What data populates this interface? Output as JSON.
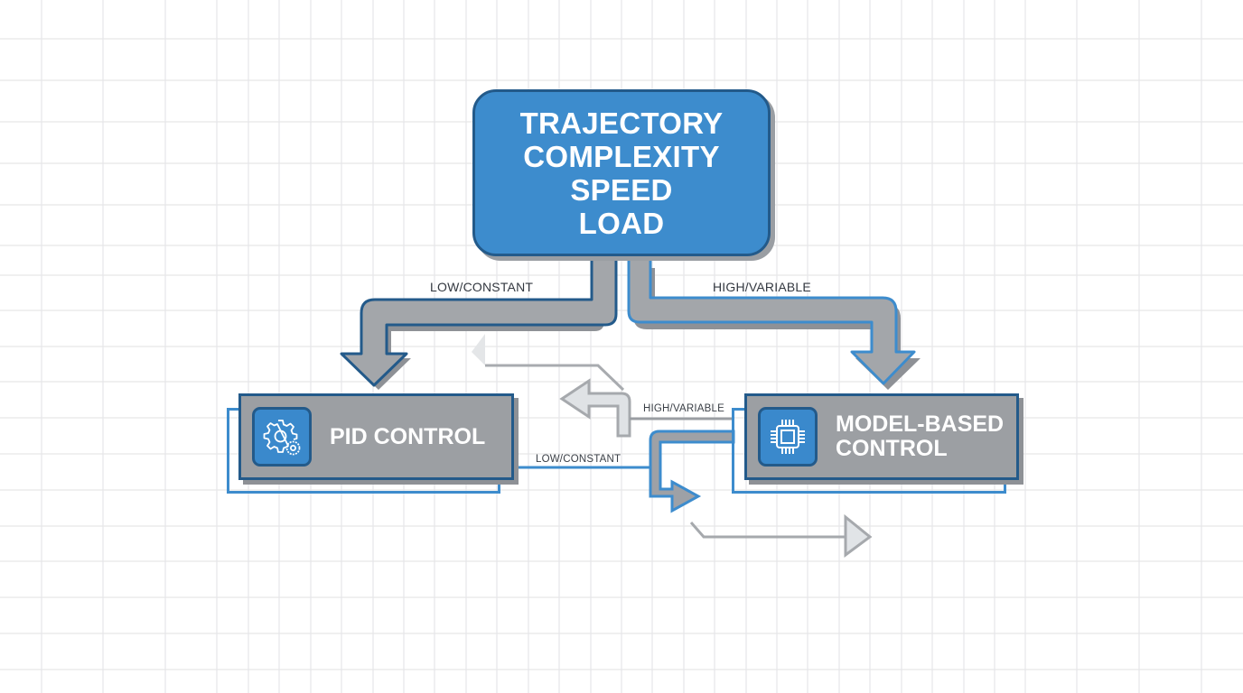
{
  "diagram": {
    "decision_node": {
      "lines": [
        "TRAJECTORY",
        "COMPLEXITY",
        "SPEED",
        "LOAD"
      ]
    },
    "outcomes": [
      {
        "id": "pid",
        "label": "PID CONTROL",
        "icon": "gear-icon",
        "branch_label": "LOW/CONSTANT"
      },
      {
        "id": "model-based",
        "label": "MODEL-BASED\nCONTROL",
        "icon": "microchip-icon",
        "branch_label": "HIGH/VARIABLE"
      }
    ],
    "secondary_labels": {
      "middle_high": "HIGH/VARIABLE",
      "middle_low": "LOW/CONSTANT"
    },
    "colors": {
      "primary_blue": "#3d8ccd",
      "dark_blue": "#235a8a",
      "node_gray": "#9c9fa3",
      "arrow_gray": "#a3a6aa",
      "light_arrow": "#dde0e3",
      "grid": "#e6e6e8",
      "text_dark": "#333840",
      "text_light": "#ffffff"
    }
  }
}
